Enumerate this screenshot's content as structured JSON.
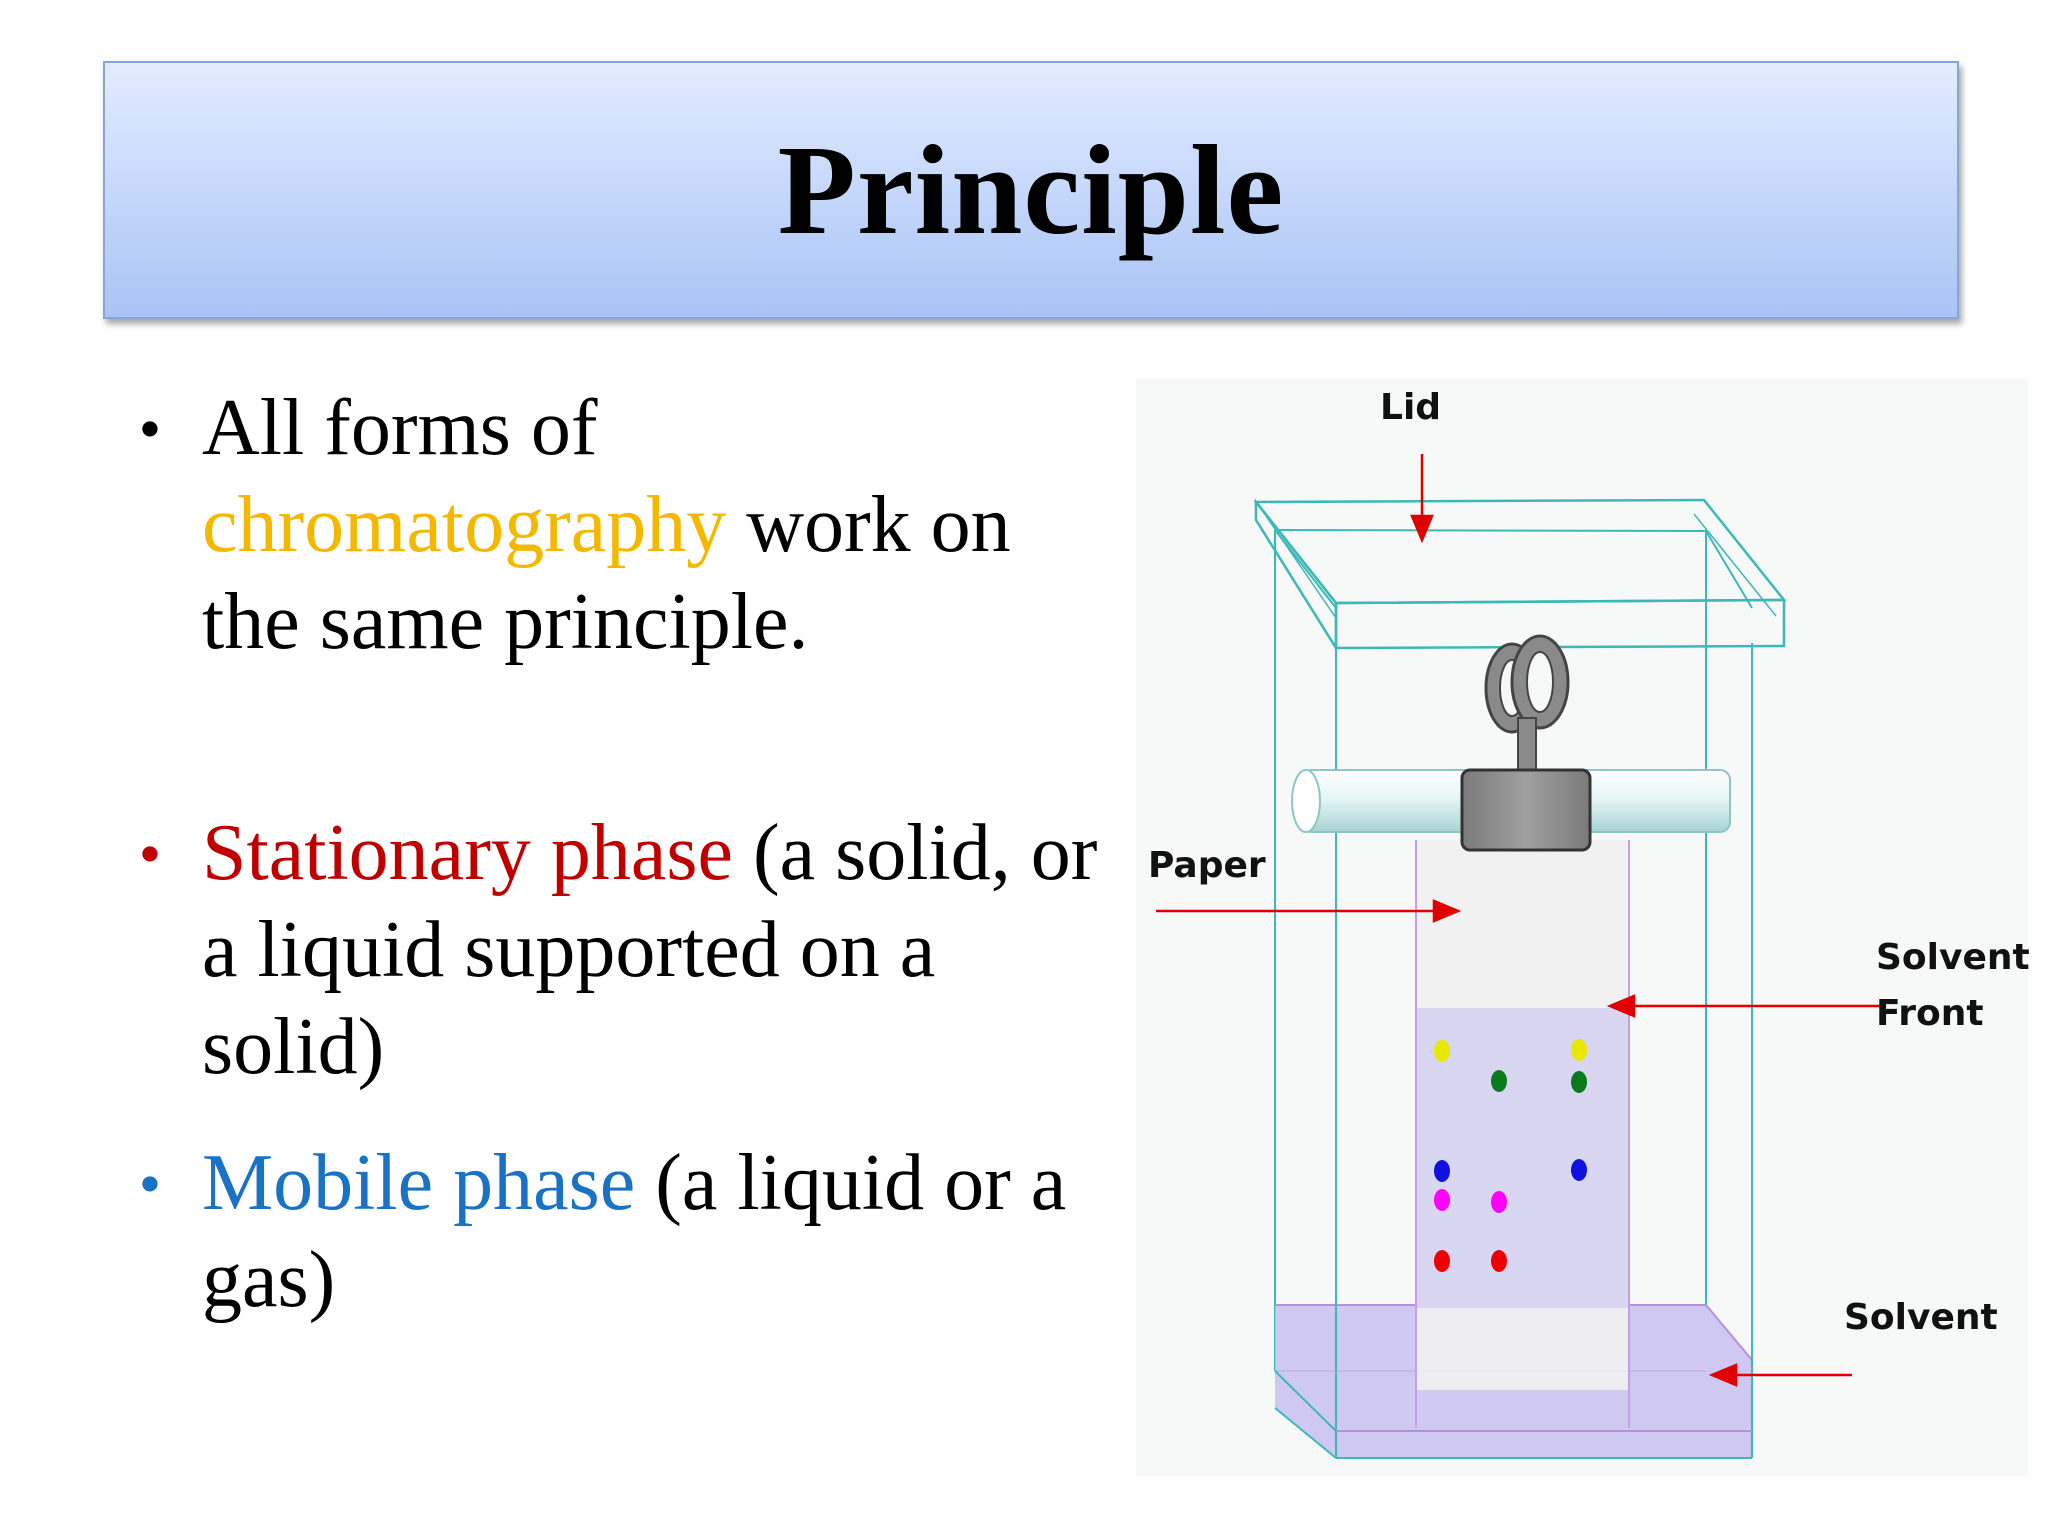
{
  "slide": {
    "title": "Principle",
    "bullets": [
      {
        "parts": [
          {
            "text": "All forms of ",
            "color": "#000000"
          },
          {
            "text": "chromatography",
            "color": "#f5b800"
          },
          {
            "text": " work on the same principle.",
            "color": "#000000"
          }
        ]
      },
      {
        "parts": [
          {
            "text": "Stationary phase",
            "color": "#c00000"
          },
          {
            "text": " (a solid, or a liquid supported on a solid)",
            "color": "#000000"
          }
        ]
      },
      {
        "parts": [
          {
            "text": "Mobile phase",
            "color": "#1a72c4"
          },
          {
            "text": " (a liquid or a gas)",
            "color": "#000000"
          }
        ]
      }
    ],
    "bullet_colors": [
      "#000000",
      "#c00000",
      "#1a72c4"
    ]
  },
  "diagram": {
    "labels": {
      "lid": "Lid",
      "paper": "Paper",
      "solvent_front_1": "Solvent",
      "solvent_front_2": "Front",
      "solvent": "Solvent"
    },
    "colors": {
      "tank_outline": "#3cb8b8",
      "arrow": "#e00000",
      "solvent_fill": "#c8c0f0",
      "clip": "#8a8a8a"
    },
    "spot_colors": [
      "#e8e800",
      "#0a7a1a",
      "#1010e0",
      "#ff00ff",
      "#ee0000"
    ]
  }
}
